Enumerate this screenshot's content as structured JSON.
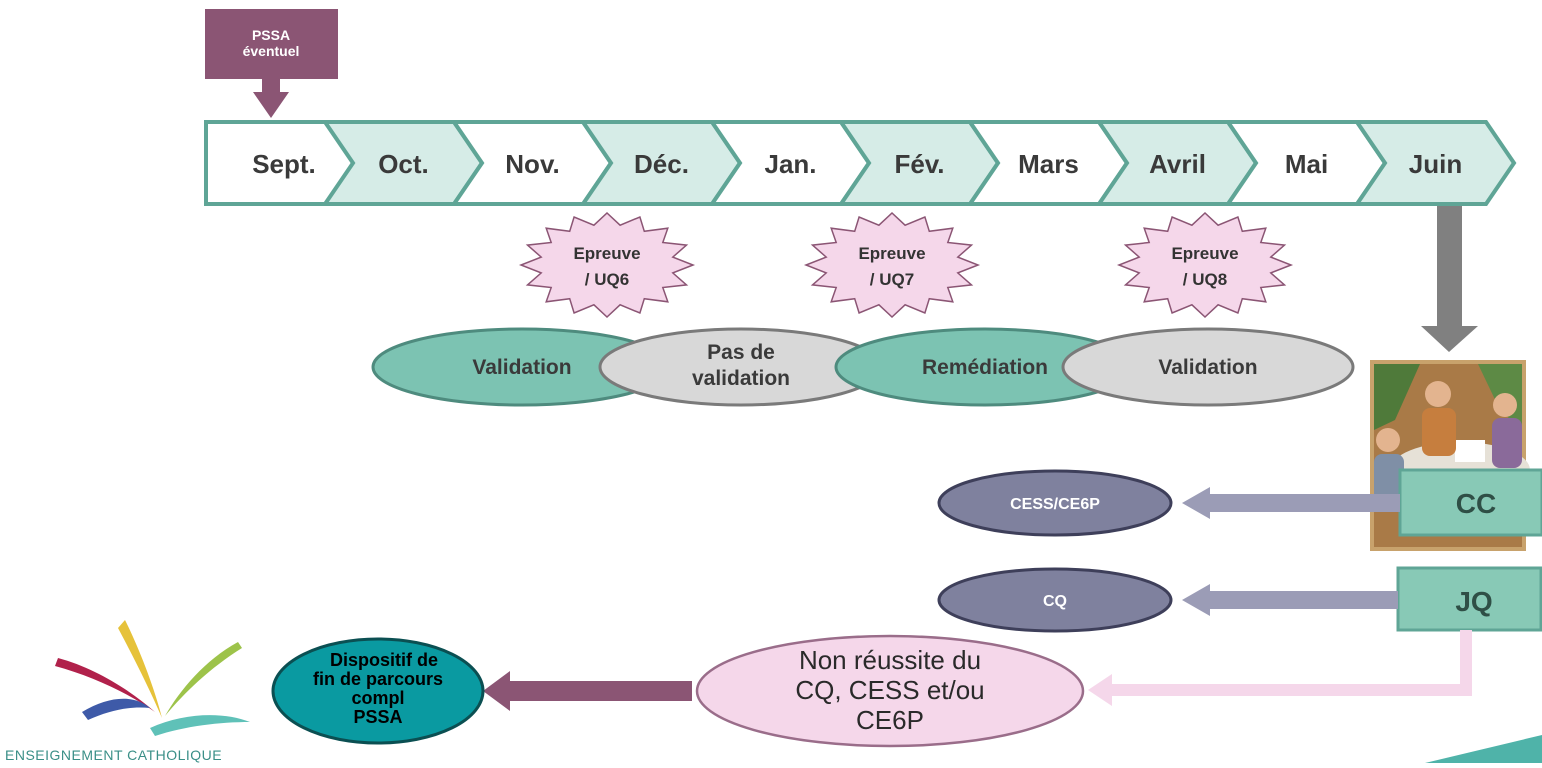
{
  "pssa_tag": {
    "lines": [
      "PSSA",
      "éventuel"
    ]
  },
  "months": [
    "Sept.",
    "Oct.",
    "Nov.",
    "Déc.",
    "Jan.",
    "Fév.",
    "Mars",
    "Avril",
    "Mai",
    "Juin"
  ],
  "epreuves": [
    {
      "lines": [
        "Epreuve",
        "/ UQ6"
      ]
    },
    {
      "lines": [
        "Epreuve",
        "/ UQ7"
      ]
    },
    {
      "lines": [
        "Epreuve",
        "/ UQ8"
      ]
    }
  ],
  "phases": [
    {
      "lines": [
        "Validation"
      ]
    },
    {
      "lines": [
        "Pas de",
        "validation"
      ]
    },
    {
      "lines": [
        "Remédiation"
      ]
    },
    {
      "lines": [
        "Validation"
      ]
    }
  ],
  "boxes": {
    "cc": "CC",
    "jq": "JQ"
  },
  "outcomes": {
    "cess": "CESS/CE6P",
    "cq": "CQ"
  },
  "non_reussite": {
    "lines": [
      "Non réussite du",
      "CQ, CESS et/ou",
      "CE6P"
    ]
  },
  "dispositif": {
    "lines": [
      "Dispositif de",
      "fin de parcours",
      "compl",
      "PSSA"
    ]
  },
  "logo": {
    "text": "ENSEIGNEMENT CATHOLIQUE"
  },
  "colors": {
    "teal_dark": "#5fa596",
    "teal_fill": "#d6ece7",
    "teal_shape": "#7cc3b2",
    "grey_shape": "#d8d8d8",
    "plum": "#8b5574",
    "pink": "#f5d7ea",
    "slate": "#7f819e",
    "lavender": "#9b9cb6",
    "dispositif": "#0a9aa1"
  }
}
